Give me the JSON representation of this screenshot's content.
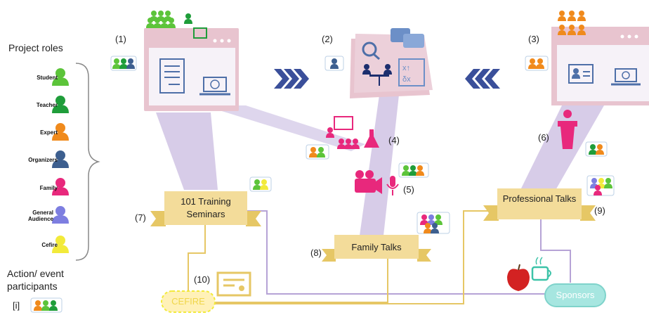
{
  "legend": {
    "title": "Project roles",
    "roles": [
      {
        "label": "Student",
        "color": "#5cc43a"
      },
      {
        "label": "Teacher",
        "color": "#1f9d3a"
      },
      {
        "label": "Expert",
        "color": "#f08a1c"
      },
      {
        "label": "Organizers",
        "color": "#3d5f8f"
      },
      {
        "label": "Family",
        "color": "#e8287c"
      },
      {
        "label": "General Audience",
        "color": "#7d7ee0"
      },
      {
        "label": "Cefire",
        "color": "#f2ea3a"
      }
    ],
    "participants_title": "Action/ event participants",
    "participants_marker": "[i]"
  },
  "nodes": {
    "n1": "(1)",
    "n2": "(2)",
    "n3": "(3)",
    "n4": "(4)",
    "n5": "(5)",
    "n6": "(6)",
    "n7": "(7)",
    "n8": "(8)",
    "n9": "(9)",
    "n10": "(10)"
  },
  "banners": {
    "training": "101 Training Seminars",
    "family": "Family Talks",
    "professional": "Professional Talks"
  },
  "pills": {
    "cefire": "CEFIRE",
    "sponsors": "Sponsors"
  },
  "colors": {
    "panel": "#e8c4cf",
    "beam": "#b6a3d6",
    "banner": "#f3dc9a",
    "arrow": "#3a4f9a",
    "line": "#e6c765",
    "magenta": "#e8287c",
    "orange": "#f08a1c"
  },
  "icons": [
    "group-icon",
    "teacher-board-icon",
    "document-icon",
    "laptop-icon",
    "meeting-icon",
    "chat-bubbles-icon",
    "search-icon",
    "math-icon",
    "id-card-icon",
    "podium-icon",
    "presentation-icon",
    "flask-icon",
    "camera-icon",
    "microphone-icon",
    "certificate-icon",
    "apple-icon",
    "coffee-icon",
    "double-chevron-icon"
  ]
}
